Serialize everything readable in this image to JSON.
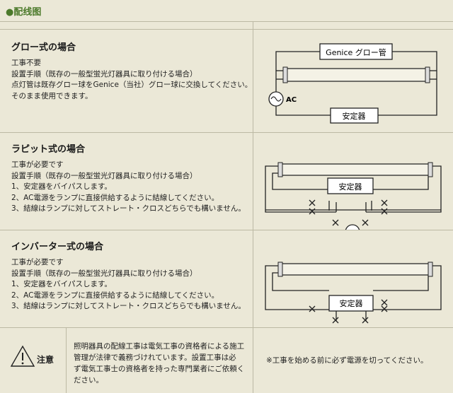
{
  "header": {
    "title": "●配线图"
  },
  "sections": [
    {
      "title": "グロー式の場合",
      "lines": [
        "工事不要",
        "設置手順（既存の一般型蛍光灯器具に取り付ける場合）",
        "点灯管は既存グロー球をGenice（当社）グロー球に交換してください。",
        "そのまま使用できます。"
      ]
    },
    {
      "title": "ラピット式の場合",
      "lines": [
        "工事が必要です",
        "設置手順（既存の一般型蛍光灯器具に取り付ける場合）",
        "1、安定器をバイパスします。",
        "2、AC電源をランプに直接供給するように結線してください。",
        "3、結線はランプに対してストレート・クロスどちらでも構いません。"
      ]
    },
    {
      "title": "インバーター式の場合",
      "lines": [
        "工事が必要です",
        "設置手順（既存の一般型蛍光灯器具に取り付ける場合）",
        "1、安定器をバイパスします。",
        "2、AC電源をランプに直接供給するように結線してください。",
        "3、結線はランプに対してストレート・クロスどちらでも構いません。"
      ]
    }
  ],
  "diagram": {
    "glow_label": "Genice グロー管",
    "ballast_label": "安定器",
    "ac_label": "AC"
  },
  "caution": {
    "label": "注意",
    "text": [
      "照明器具の配線工事は電気工事の資格者による施工",
      "管理が法律で義務づけれています。設置工事は必",
      "ず電気工事士の資格者を持った専門業者にご依頼く",
      "ださい。"
    ],
    "note": "※工事を始める前に必ず電源を切ってください。"
  }
}
